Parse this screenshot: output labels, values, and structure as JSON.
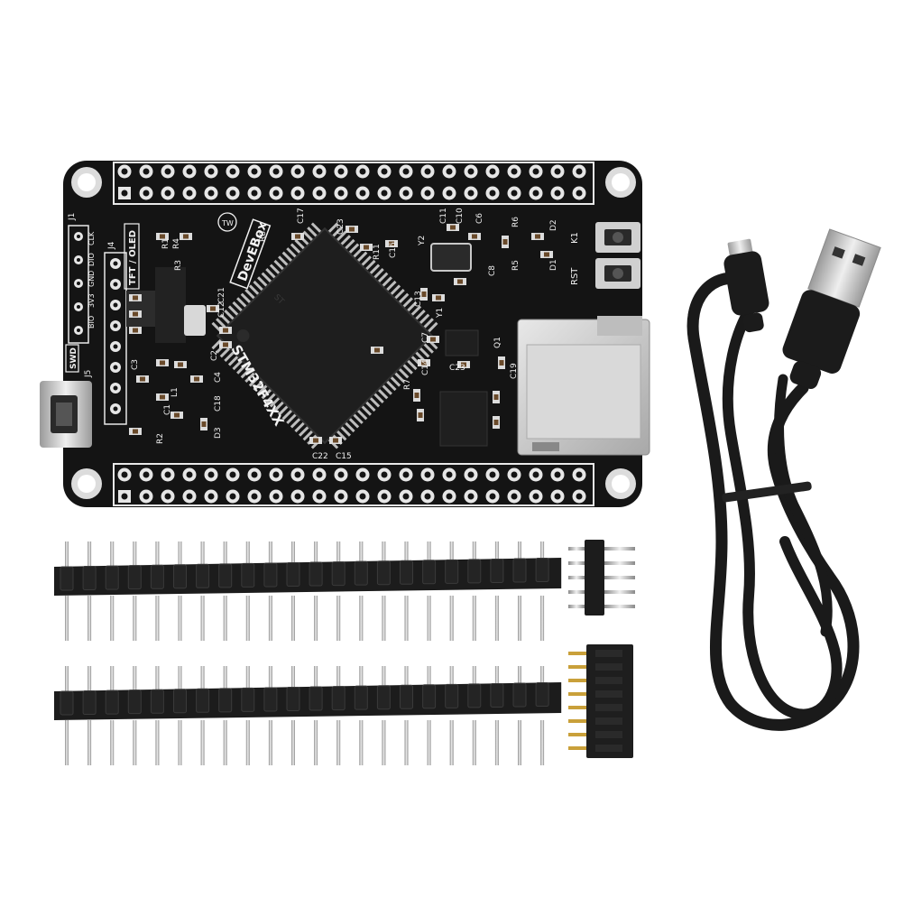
{
  "colors": {
    "background": "#ffffff",
    "pcb": "#141414",
    "silkscreen": "#f2f2f2",
    "gold": "#c9a03a",
    "metal": "#c8c8c8",
    "cable": "#1a1a1a"
  },
  "board": {
    "chip_marking": "STM32F4XX",
    "brand": "DevEBox",
    "badge": "TW",
    "tft_label": "TFT / OLED",
    "swd_label": "SWD",
    "header_labels": [
      "J1",
      "J4",
      "J5"
    ],
    "pin_labels": [
      "CLK",
      "DIO",
      "GND",
      "3V3",
      "BIO"
    ],
    "button_labels": [
      "K1",
      "RST"
    ],
    "component_labels": [
      "R1",
      "R4",
      "R8",
      "R3",
      "R2",
      "C17",
      "C23",
      "C11",
      "C10",
      "C6",
      "R11",
      "C16",
      "Y2",
      "C8",
      "C13",
      "R6",
      "D2",
      "R5",
      "D1",
      "C12",
      "C21",
      "C2",
      "C3",
      "C4",
      "C18",
      "C1",
      "L1",
      "D3",
      "C7",
      "Q1",
      "C14",
      "C23",
      "C19",
      "R7",
      "C22",
      "C15",
      "Y1"
    ]
  }
}
